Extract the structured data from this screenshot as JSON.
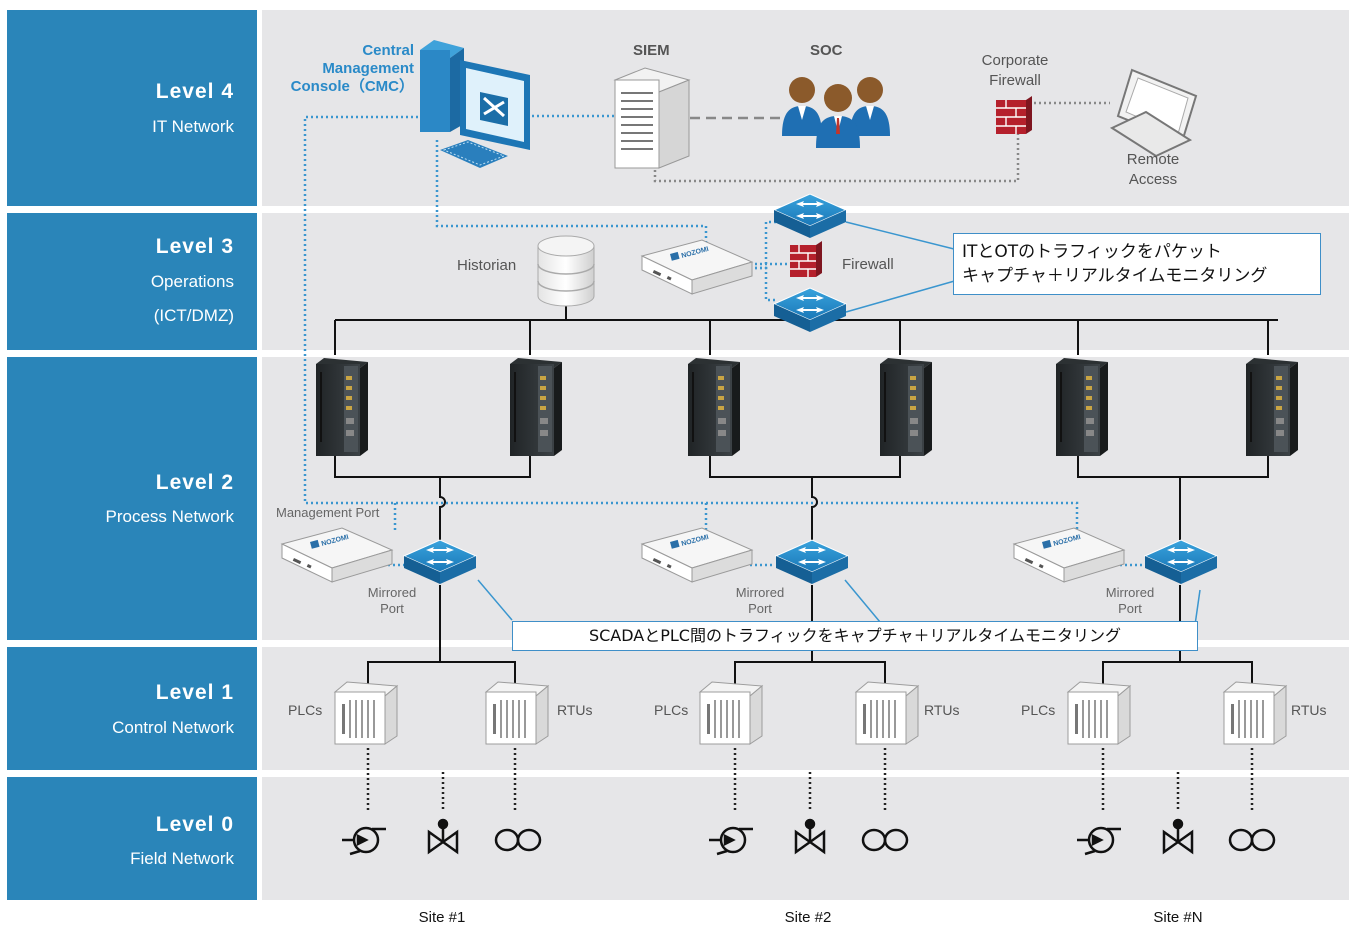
{
  "colors": {
    "level_band": "#2a85b9",
    "panel": "#e6e6e8",
    "accent": "#2a8ac8",
    "firewall": "#b5202c"
  },
  "levels": [
    {
      "title": "Level 4",
      "subtitle": [
        "IT Network"
      ]
    },
    {
      "title": "Level 3",
      "subtitle": [
        "Operations",
        "(ICT/DMZ)"
      ]
    },
    {
      "title": "Level 2",
      "subtitle": [
        "Process Network"
      ]
    },
    {
      "title": "Level 1",
      "subtitle": [
        "Control Network"
      ]
    },
    {
      "title": "Level 0",
      "subtitle": [
        "Field Network"
      ]
    }
  ],
  "level4": {
    "cmc_label": [
      "Central",
      "Management",
      "Console（CMC）"
    ],
    "siem": "SIEM",
    "soc": "SOC",
    "corporate_firewall": [
      "Corporate",
      "Firewall"
    ],
    "remote_access": [
      "Remote",
      "Access"
    ]
  },
  "level3": {
    "historian": "Historian",
    "firewall": "Firewall",
    "callout": [
      "ITとOTのトラフィックをパケット",
      "キャプチャ＋リアルタイムモニタリング"
    ]
  },
  "level2": {
    "management_port": "Management Port",
    "mirrored_port": [
      "Mirrored",
      "Port"
    ],
    "callout": "SCADAとPLC間のトラフィックをキャプチャ＋リアルタイムモニタリング"
  },
  "level1": {
    "plcs": "PLCs",
    "rtus": "RTUs"
  },
  "sites": [
    "Site #1",
    "Site #2",
    "Site #N"
  ],
  "icons": [
    "computer-icon",
    "server-icon",
    "people-icon",
    "firewall-icon",
    "laptop-icon",
    "switch-icon",
    "database-icon",
    "sensor-appliance-icon",
    "controller-icon",
    "plc-icon",
    "pump-icon",
    "valve-icon",
    "flow-meter-icon"
  ]
}
